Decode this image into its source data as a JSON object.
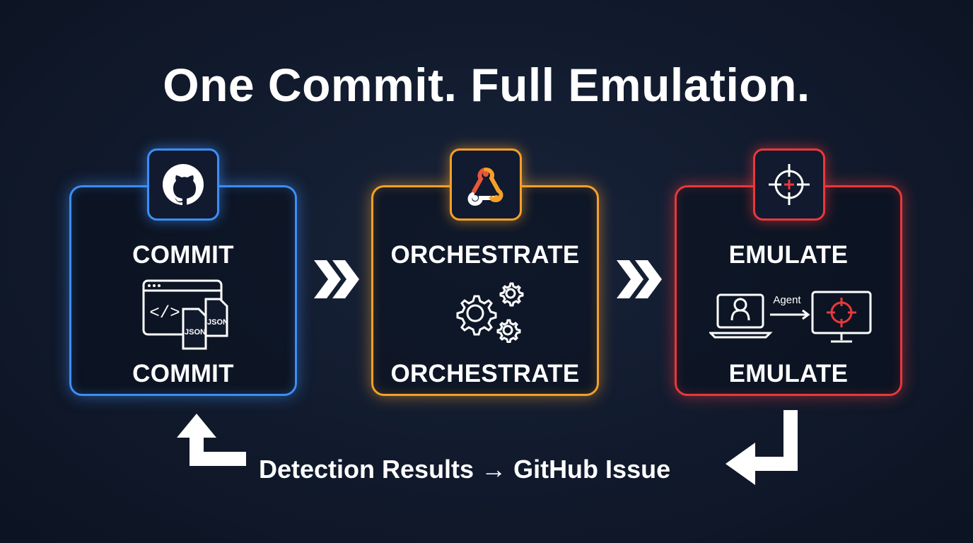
{
  "title": "One Commit. Full Emulation.",
  "colors": {
    "commit": "#3d8ef5",
    "orchestrate": "#f5a02b",
    "emulate": "#e8393b",
    "background": "#111a2c"
  },
  "steps": [
    {
      "icon": "github-icon",
      "top_label": "COMMIT",
      "bottom_label": "COMMIT",
      "illustration": {
        "code_glyph": "</>",
        "file_a": "JSON",
        "file_b": "JSON"
      }
    },
    {
      "icon": "webhook-icon",
      "top_label": "ORCHESTRATE",
      "bottom_label": "ORCHESTRATE",
      "illustration": {
        "icon": "gears-icon"
      }
    },
    {
      "icon": "crosshair-icon",
      "top_label": "EMULATE",
      "bottom_label": "EMULATE",
      "illustration": {
        "agent_label": "Agent"
      }
    }
  ],
  "feedback": {
    "text": "Detection Results → GitHub Issue"
  }
}
